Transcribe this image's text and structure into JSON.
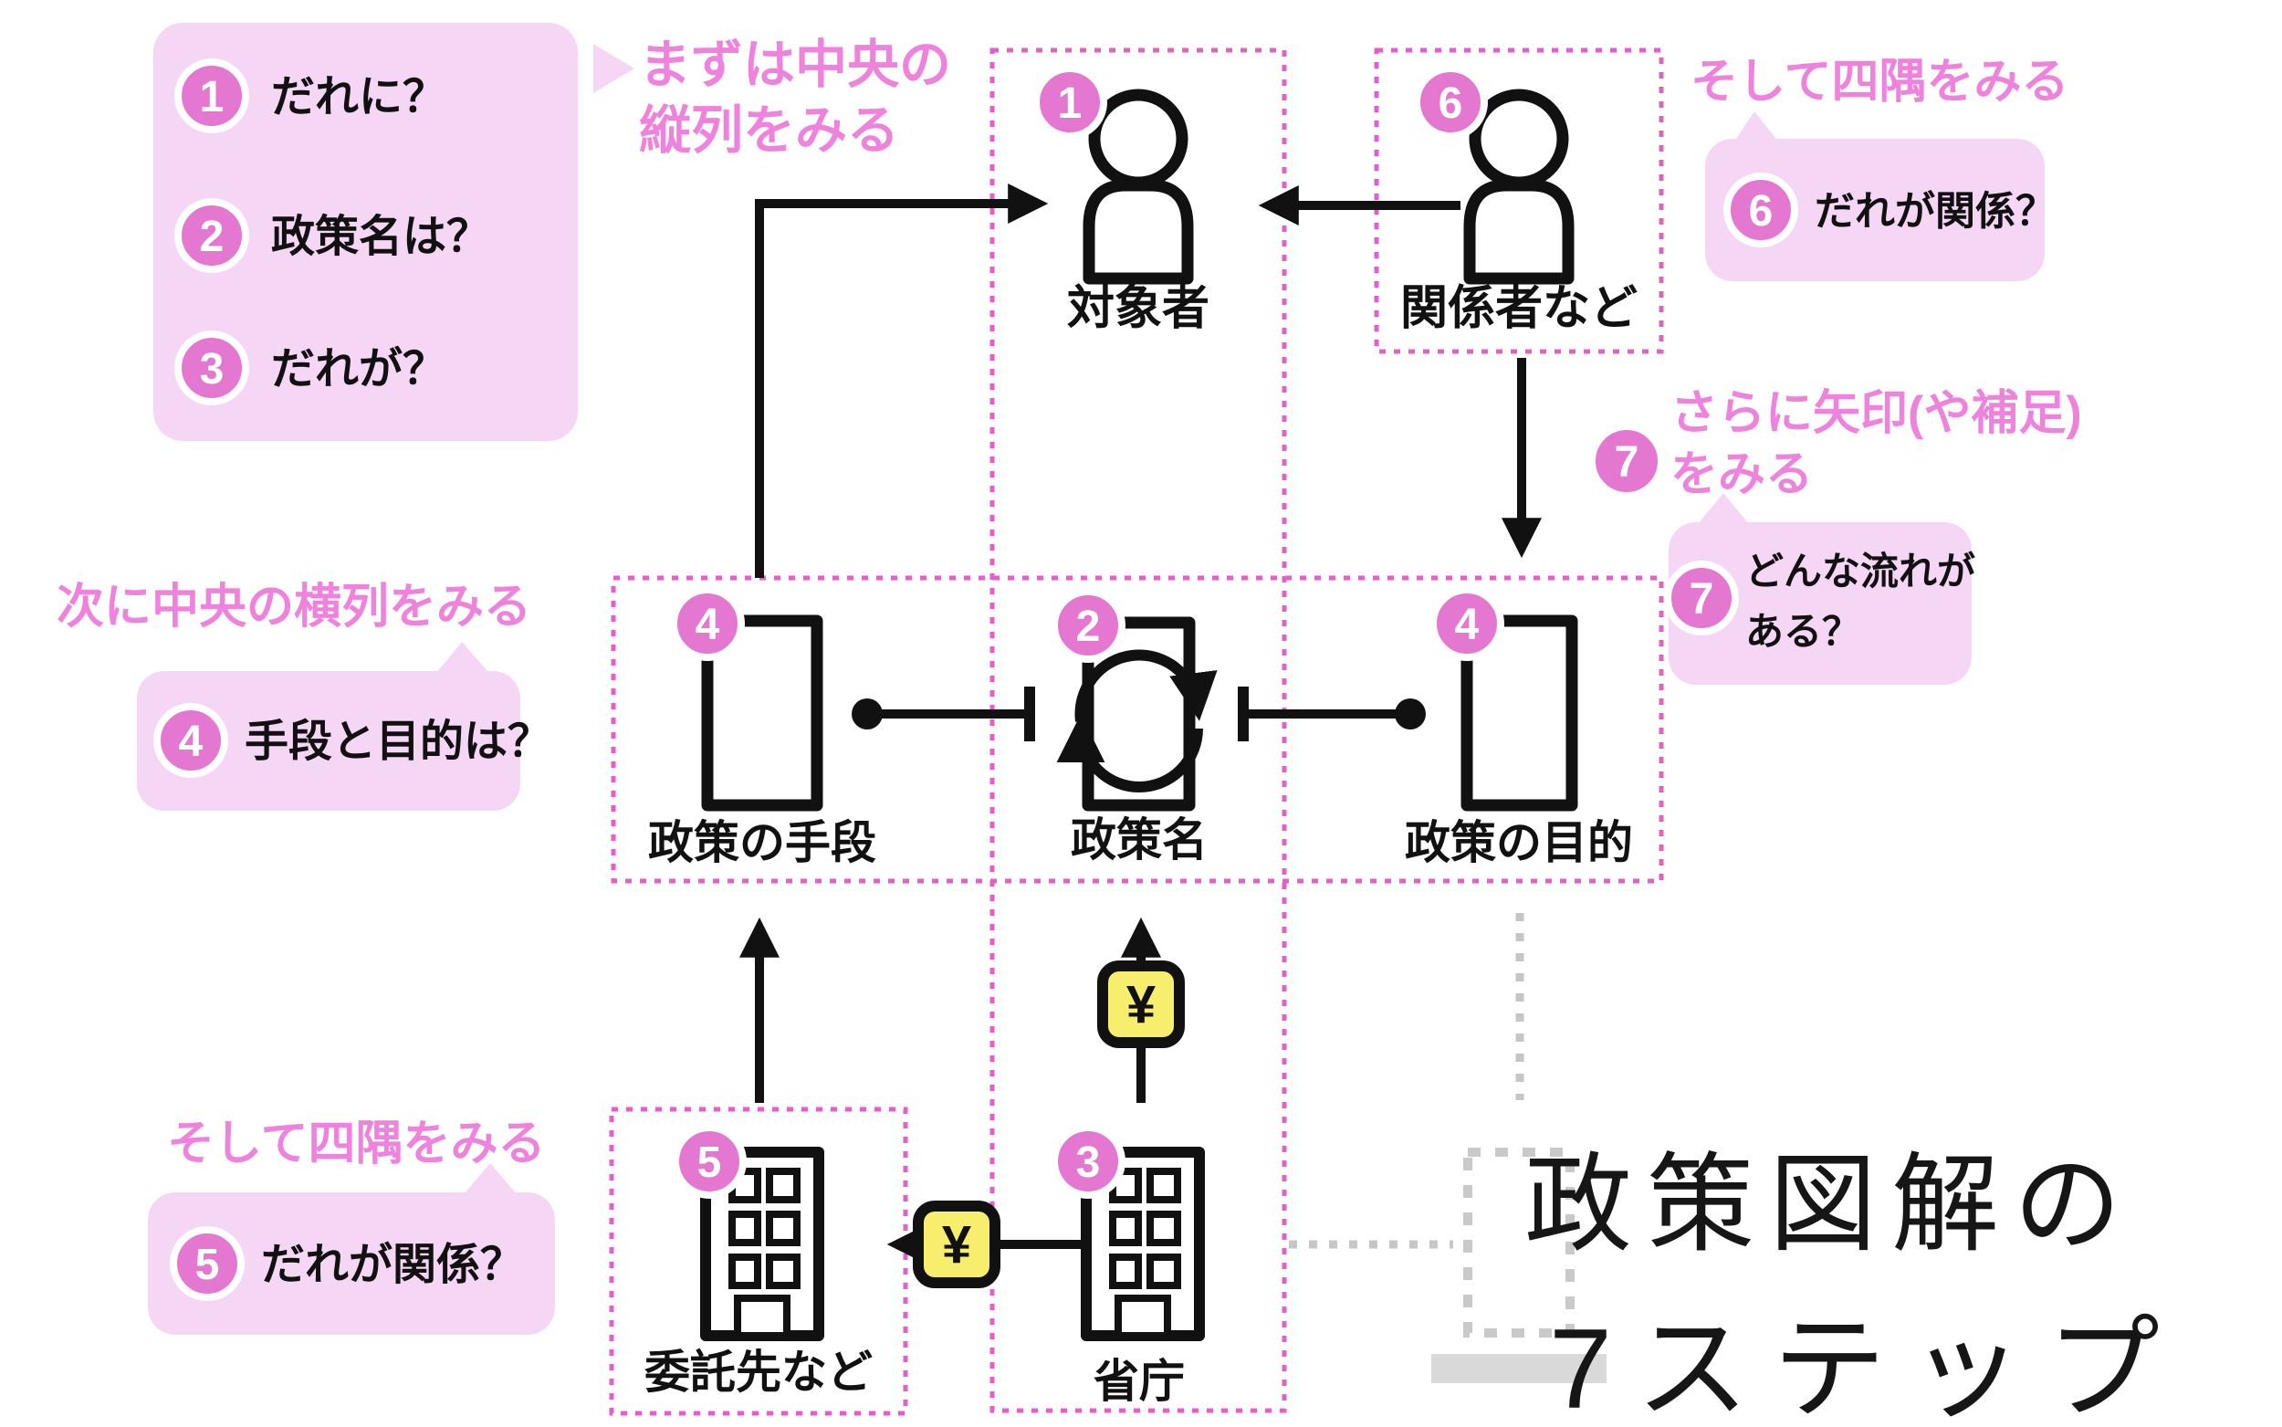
{
  "colors": {
    "badge_pink": "#e478d0",
    "callout_bg": "#f5d7f5",
    "heading_pink": "#ee82dc",
    "dashed_border_pink": "#e55ec9",
    "yen_yellow": "#f8ee6e",
    "ink_black": "#111111",
    "watermark_gray": "#c9c9c9"
  },
  "guide_headings": {
    "first_line1": "まずは中央の",
    "first_line2": "縦列をみる",
    "second": "次に中央の横列をみる",
    "corners_left": "そして四隅をみる",
    "corners_right": "そして四隅をみる",
    "arrows_line1": "さらに矢印(や補足)",
    "arrows_line2": "をみる"
  },
  "callouts": {
    "steps123": {
      "items": [
        {
          "num": "1",
          "label": "だれに？"
        },
        {
          "num": "2",
          "label": "政策名は？"
        },
        {
          "num": "3",
          "label": "だれが？"
        }
      ]
    },
    "step4": {
      "num": "4",
      "label": "手段と目的は？"
    },
    "step5": {
      "num": "5",
      "label": "だれが関係？"
    },
    "step6": {
      "num": "6",
      "label": "だれが関係？"
    },
    "step7": {
      "num": "7",
      "label_line1": "どんな流れが",
      "label_line2": "ある？"
    }
  },
  "floating_badge7": "7",
  "nodes": {
    "target": {
      "num": "1",
      "label": "対象者"
    },
    "stakeholders": {
      "num": "6",
      "label": "関係者など"
    },
    "means": {
      "num": "4",
      "label": "政策の手段"
    },
    "policy": {
      "num": "2",
      "label": "政策名"
    },
    "purpose": {
      "num": "4",
      "label": "政策の目的"
    },
    "contractor": {
      "num": "5",
      "label": "委託先など"
    },
    "ministry": {
      "num": "3",
      "label": "省庁"
    }
  },
  "yen_badges": {
    "vertical": "¥",
    "horizontal": "¥"
  },
  "title": {
    "line1": "政策図解の",
    "line2": "7ステップ"
  }
}
